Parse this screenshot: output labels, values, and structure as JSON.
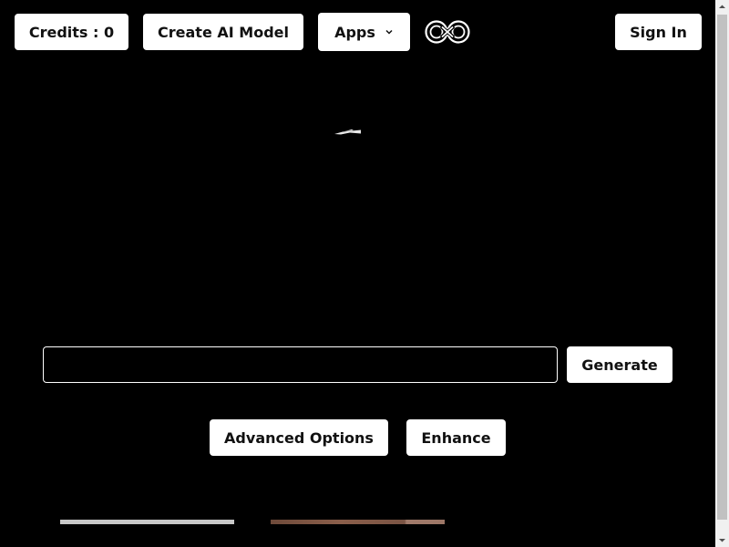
{
  "header": {
    "credits_label": "Credits : 0",
    "create_model_label": "Create AI Model",
    "apps_label": "Apps",
    "sign_in_label": "Sign In",
    "logo_icon": "infinity-logo-icon"
  },
  "prompt": {
    "value": "",
    "placeholder": ""
  },
  "actions": {
    "generate_label": "Generate",
    "advanced_label": "Advanced Options",
    "enhance_label": "Enhance"
  },
  "colors": {
    "background": "#000000",
    "button_bg": "#ffffff",
    "button_text": "#111111"
  }
}
